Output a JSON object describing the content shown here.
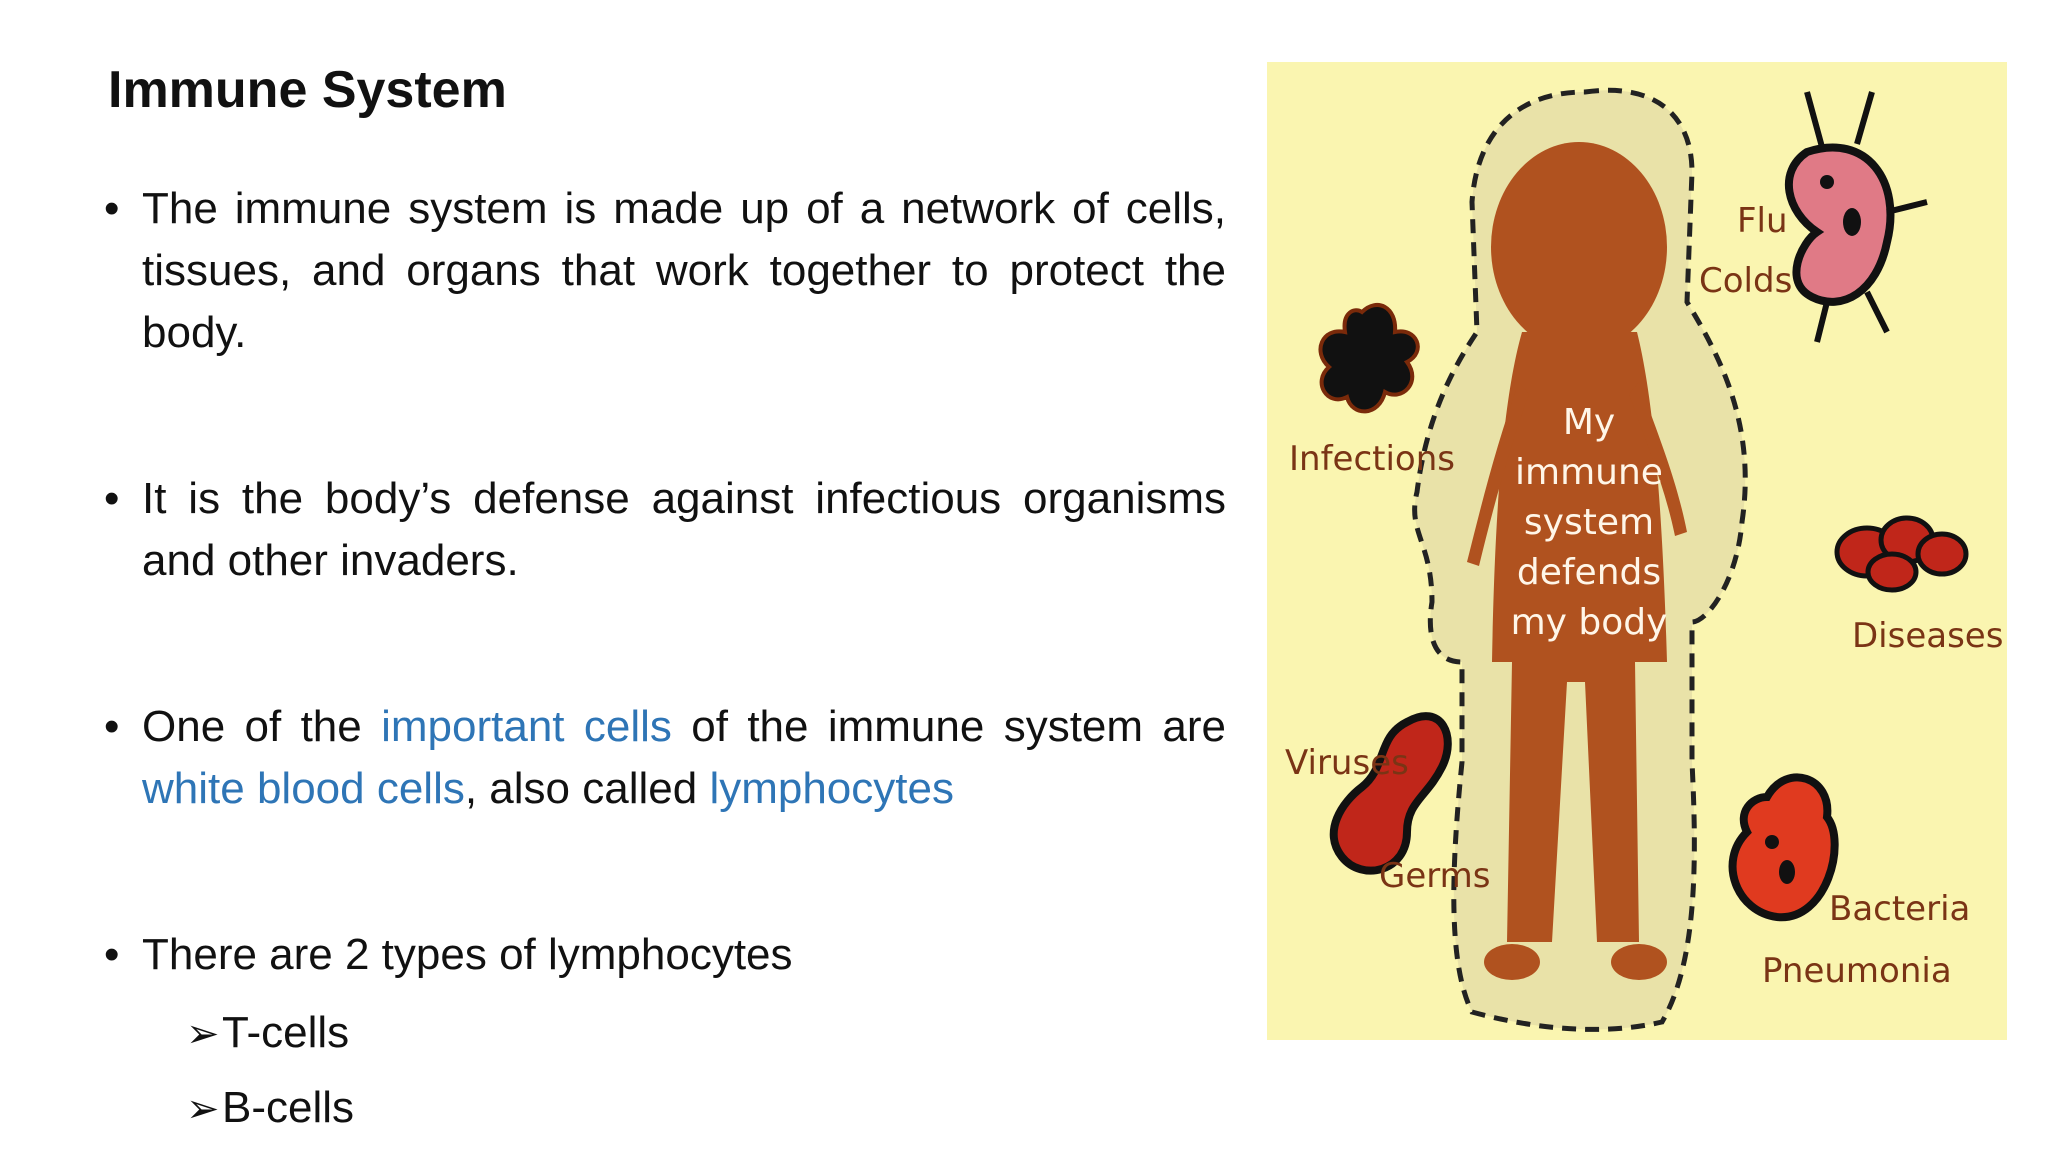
{
  "slide": {
    "title": "Immune System",
    "bullets": [
      {
        "text": "The immune system is made up of a network of cells, tissues, and organs that work together to protect the body."
      },
      {
        "text": "It is the body’s defense against infectious organisms and other invaders."
      },
      {
        "parts": [
          "One of the ",
          "important cells",
          " of the immune system are ",
          "white blood cells",
          ", also called ",
          "lymphocytes"
        ]
      },
      {
        "text": "There are 2 types of lymphocytes",
        "sub_items": [
          "T-cells",
          "B-cells"
        ]
      }
    ],
    "bullet_symbol": "•",
    "arrow_symbol": "➢"
  },
  "figure": {
    "body_text": [
      "My",
      "immune",
      "system",
      "defends",
      "my body"
    ],
    "labels": {
      "flu": "Flu",
      "colds": "Colds",
      "infections": "Infections",
      "diseases": "Diseases",
      "viruses": "Viruses",
      "germs": "Germs",
      "bacteria": "Bacteria",
      "pneumonia": "Pneumonia"
    }
  },
  "colors": {
    "highlight": "#2e75b6",
    "figure_bg": "#faf5b0",
    "body": "#b0521f",
    "aura": "#e9e2a8"
  }
}
